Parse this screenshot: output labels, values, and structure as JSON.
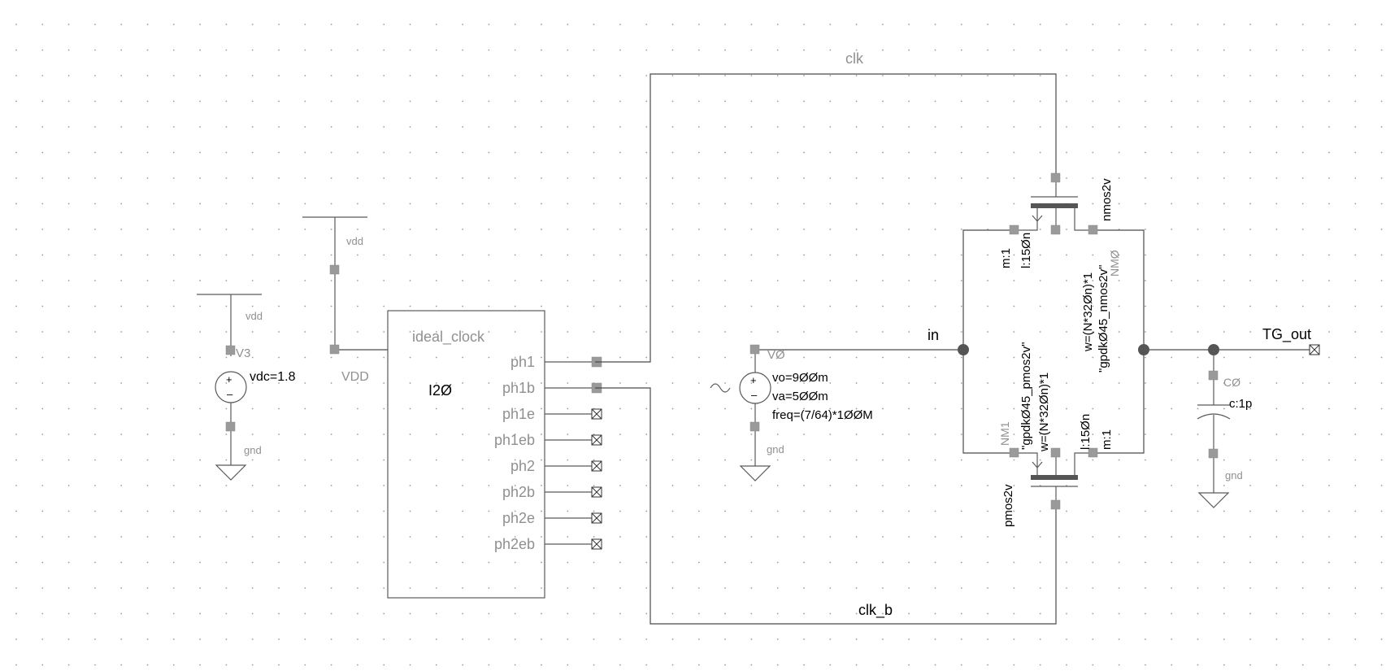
{
  "nets": {
    "clk": "clk",
    "clk_b": "clk_b",
    "in": "in",
    "tg_out": "TG_out",
    "vdd_a": "vdd",
    "vdd_b": "vdd",
    "gnd_a": "gnd",
    "gnd_b": "gnd",
    "gnd_c": "gnd",
    "vdd_pin": "VDD"
  },
  "v3": {
    "name": "V3",
    "param": "vdc=1.8"
  },
  "clock": {
    "cell": "ideal_clock",
    "instance": "I2Ø",
    "pins": [
      "ph1",
      "ph1b",
      "ph1e",
      "ph1eb",
      "ph2",
      "ph2b",
      "ph2e",
      "ph2eb"
    ]
  },
  "v0": {
    "name": "VØ",
    "params": [
      "vo=9ØØm",
      "va=5ØØm",
      "freq=(7/64)*1ØØM"
    ]
  },
  "nm0": {
    "type": "nmos2v",
    "name": "NMØ",
    "model": "\"gpdkØ45_nmos2v\"",
    "w": "w=(N*32Øn)*1",
    "l": "l:15Øn",
    "m": "m:1"
  },
  "nm1": {
    "type": "pmos2v",
    "name": "NM1",
    "model": "\"gpdkØ45_pmos2v\"",
    "w": "w=(N*32Øn)*1",
    "l": "l:15Øn",
    "m": "m:1"
  },
  "c0": {
    "name": "CØ",
    "param": "c:1p"
  }
}
